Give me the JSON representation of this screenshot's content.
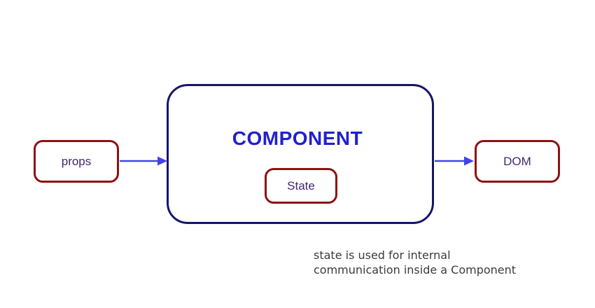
{
  "diagram": {
    "component": {
      "title": "COMPONENT"
    },
    "nodes": {
      "props": {
        "label": "props"
      },
      "state": {
        "label": "State"
      },
      "dom": {
        "label": "DOM"
      }
    },
    "arrows": [
      {
        "name": "props-to-component",
        "direction": "right"
      },
      {
        "name": "component-to-dom",
        "direction": "right"
      }
    ],
    "caption": {
      "line1": "state is used for internal",
      "line2": "communication inside a Component"
    },
    "colors": {
      "node_border_red": "#8e1111",
      "component_border_navy": "#15156b",
      "component_title_blue": "#2121cd",
      "node_label_purple": "#44276e",
      "arrow_blue": "#4242ec",
      "caption_gray": "#3b3b3b",
      "background": "#ffffff"
    }
  }
}
